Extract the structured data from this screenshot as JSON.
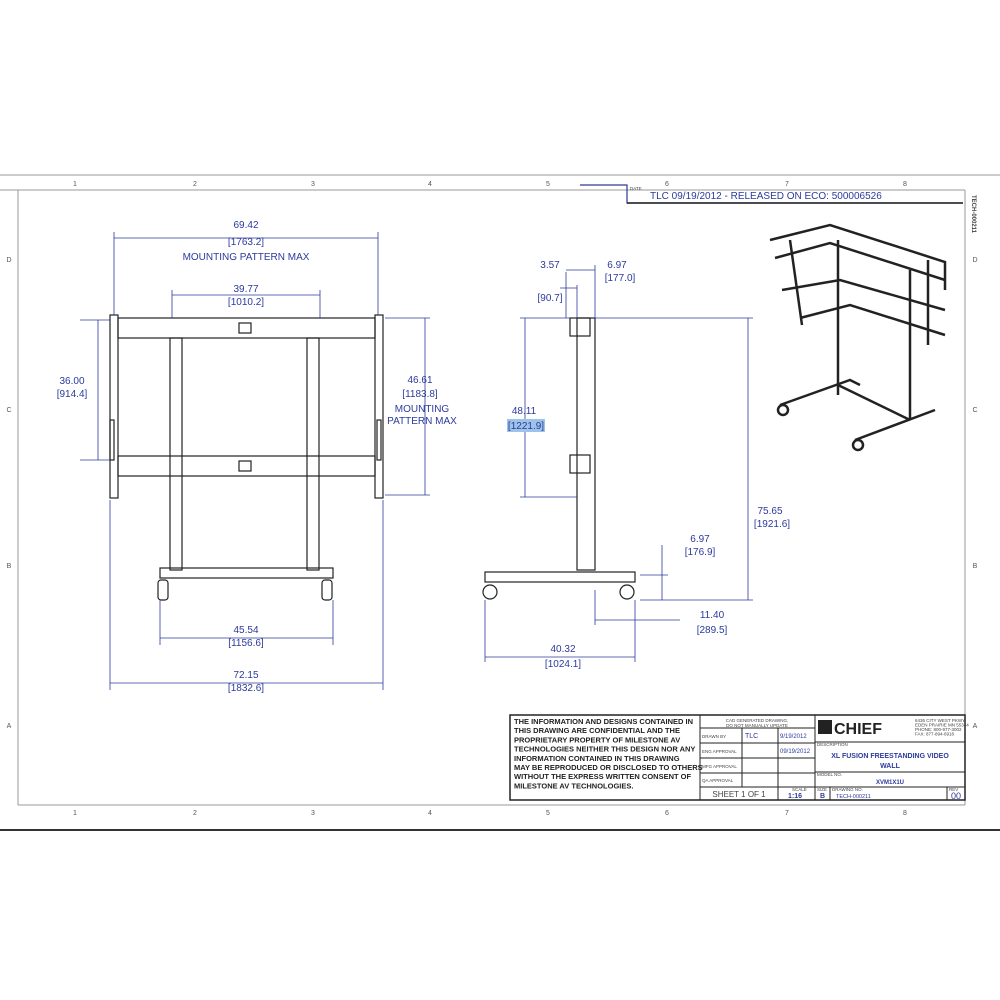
{
  "colors": {
    "dimension": "#2b3a9c",
    "line": "#222222",
    "highlight": "#9ec3e8"
  },
  "grid": {
    "columns": [
      "1",
      "2",
      "3",
      "4",
      "5",
      "6",
      "7",
      "8"
    ],
    "rows": [
      "D",
      "C",
      "B",
      "A"
    ]
  },
  "revision": {
    "header": "DATE",
    "text": "TLC 09/19/2012 - RELEASED ON ECO: 500006526",
    "side_code": "TECH-000211"
  },
  "front_view": {
    "width_top": {
      "in": "69.42",
      "mm": "[1763.2]",
      "note": "MOUNTING PATTERN MAX"
    },
    "inner_width": {
      "in": "39.77",
      "mm": "[1010.2]"
    },
    "left_height": {
      "in": "36.00",
      "mm": "[914.4]"
    },
    "right_height": {
      "in": "46.61",
      "mm": "[1183.8]",
      "note1": "MOUNTING",
      "note2": "PATTERN MAX"
    },
    "base_width": {
      "in": "45.54",
      "mm": "[1156.6]"
    },
    "overall_width": {
      "in": "72.15",
      "mm": "[1832.6]"
    }
  },
  "side_view": {
    "offset_a": {
      "in": "3.57",
      "mm": "[90.7]"
    },
    "offset_b": {
      "in": "6.97",
      "mm": "[177.0]"
    },
    "pattern_height": {
      "in": "48.11",
      "mm": "[1221.9]"
    },
    "overall_height": {
      "in": "75.65",
      "mm": "[1921.6]"
    },
    "caster_height": {
      "in": "6.97",
      "mm": "[176.9]"
    },
    "rear_depth": {
      "in": "11.40",
      "mm": "[289.5]"
    },
    "base_depth": {
      "in": "40.32",
      "mm": "[1024.1]"
    }
  },
  "title_block": {
    "notice": [
      "THE INFORMATION AND DESIGNS CONTAINED IN",
      "THIS DRAWING ARE CONFIDENTIAL AND THE",
      "PROPRIETARY PROPERTY OF MILESTONE AV",
      "TECHNOLOGIES NEITHER THIS DESIGN NOR ANY",
      "INFORMATION CONTAINED IN THIS DRAWING",
      "MAY BE REPRODUCED OR DISCLOSED TO OTHERS",
      "WITHOUT THE EXPRESS WRITTEN CONSENT OF",
      "MILESTONE AV TECHNOLOGIES."
    ],
    "cad_note": [
      "CAD GENERATED DRAWING,",
      "DO NOT MANUALLY UPDATE"
    ],
    "drawn_by_label": "DRAWN BY",
    "drawn_by": "TLC",
    "drawn_date": "9/19/2012",
    "eng_label": "ENG APPROVAL",
    "eng_date": "09/19/2012",
    "mfg_label": "MFG APPROVAL",
    "qa_label": "QA APPROVAL",
    "sheet": "SHEET 1 OF 1",
    "scale_label": "SCALE",
    "scale": "1:16",
    "logo": "CHIEF",
    "address": [
      "6436 CITY WEST PKWY",
      "EDEN PRAIRIE MN 55344",
      "PHONE: 800-977-3002",
      "FAX: 877-894-6918"
    ],
    "description_label": "DESCRIPTION",
    "description": [
      "XL FUSION FREESTANDING VIDEO",
      "WALL"
    ],
    "model_label": "MODEL NO.",
    "model": "XVM1X1U",
    "size_label": "SIZE",
    "size": "B",
    "drawing_label": "DRAWING NO.",
    "drawing_no": "TECH-000211",
    "rev_label": "REV",
    "rev": "00"
  }
}
